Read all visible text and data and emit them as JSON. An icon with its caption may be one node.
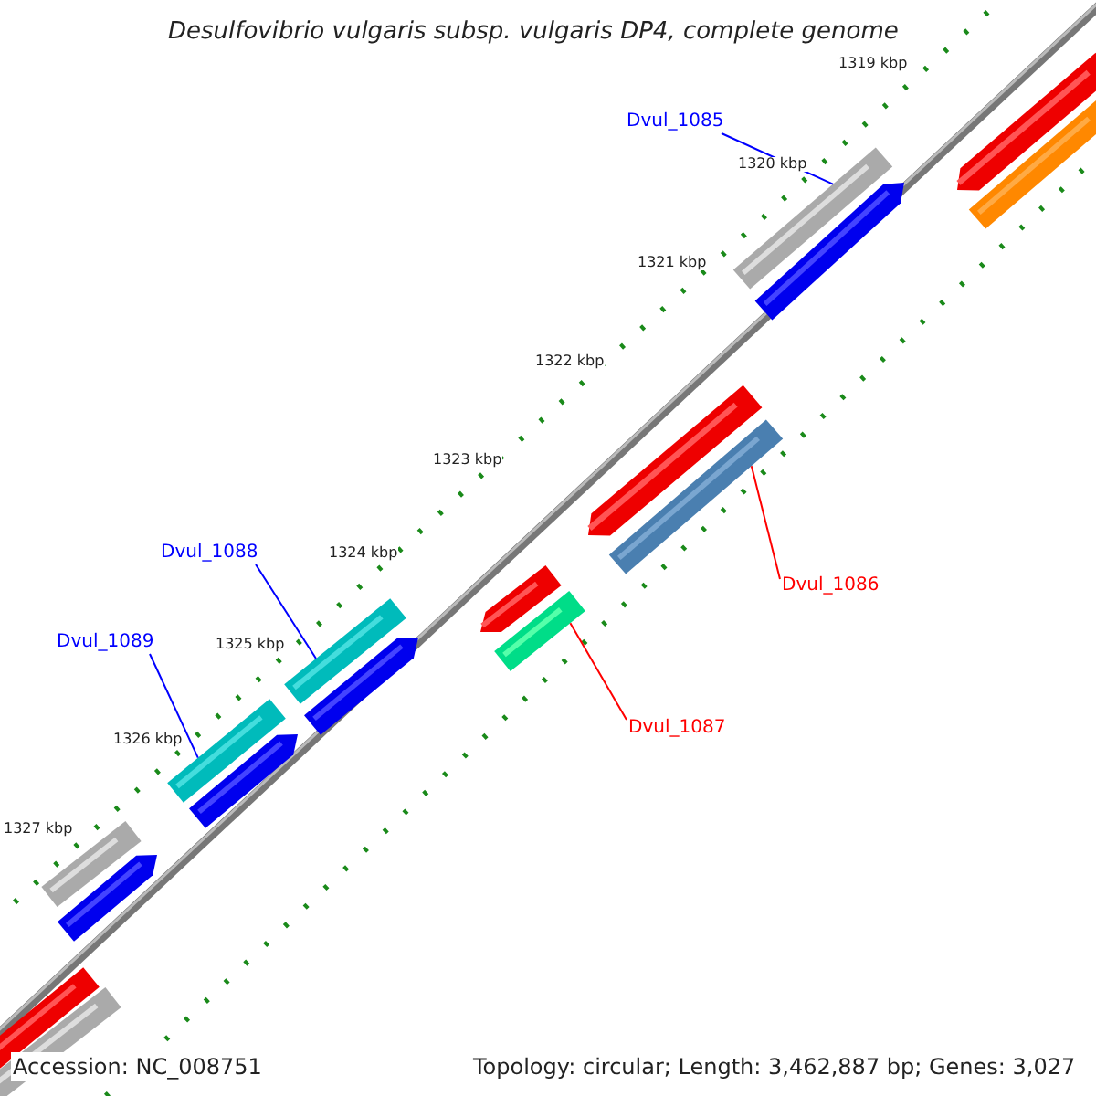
{
  "diagram": {
    "title": "Desulfovibrio vulgaris subsp. vulgaris DP4, complete genome",
    "nodes": [
      {
        "text": [
          "Dvul_1085"
        ]
      },
      {
        "text": [],
        "shape": "bar"
      },
      {
        "text": [
          "Dvul_1086"
        ]
      },
      {
        "text": [],
        "shape": "bar"
      },
      {
        "text": [
          "Dvul_1087"
        ]
      },
      {
        "text": [],
        "shape": "bar"
      },
      {
        "text": [
          "Dvul_1088"
        ]
      },
      {
        "text": [],
        "shape": "bar"
      },
      {
        "text": [
          "Dvul_1089"
        ]
      },
      {
        "text": [],
        "shape": "bar"
      }
    ],
    "edges": [
      {
        "from": 0,
        "to": 1,
        "arrow": "none"
      },
      {
        "from": 2,
        "to": 3,
        "arrow": "none",
        "color": "#ff0000"
      },
      {
        "from": 4,
        "to": 5,
        "arrow": "none",
        "color": "#ff0000"
      },
      {
        "from": 6,
        "to": 7,
        "arrow": "none"
      },
      {
        "from": 8,
        "to": 9,
        "arrow": "none"
      }
    ],
    "labels": [
      "1319 kbp",
      "1320 kbp",
      "1321 kbp",
      "1322 kbp",
      "1323 kbp",
      "1324 kbp",
      "1325 kbp",
      "1326 kbp",
      "1327 kbp",
      "Accession: NC_008751",
      "Topology: circular; Length: 3,462,887 bp; Genes: 3,027"
    ]
  }
}
